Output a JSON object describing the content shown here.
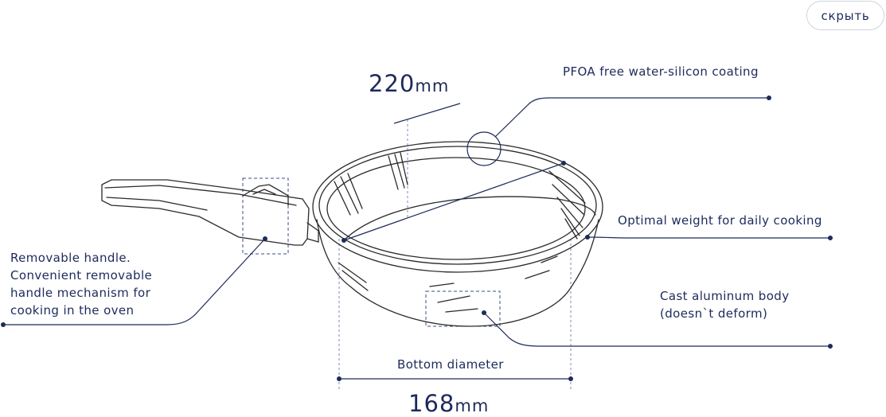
{
  "hide_button": {
    "label": "скрыть"
  },
  "diameter_top": {
    "value": "220",
    "unit": "mm"
  },
  "diameter_bottom": {
    "value": "168",
    "unit": "mm"
  },
  "callouts": {
    "coating": "PFOA free water-silicon coating",
    "weight": "Optimal weight for daily cooking",
    "body_line1": "Cast aluminum body",
    "body_line2": "(doesn`t deform)",
    "handle_line1": "Removable handle.",
    "handle_line2": "Convenient removable",
    "handle_line3": "handle mechanism for",
    "handle_line4": "cooking in the oven",
    "bottom_label": "Bottom diameter"
  },
  "colors": {
    "ink": "#1d2a5b",
    "sketch": "#2a2a2a",
    "guide": "#7d8bb0"
  }
}
